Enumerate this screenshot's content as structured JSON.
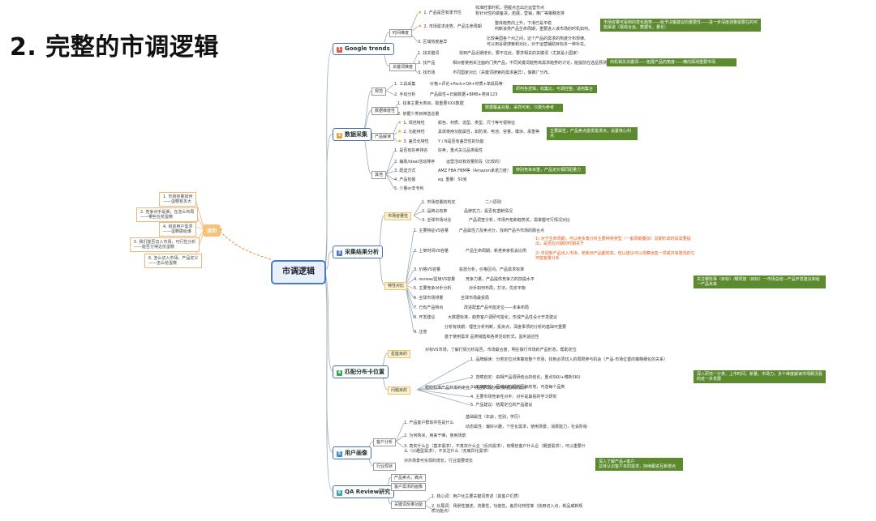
{
  "title": "2. 完整的市调逻辑",
  "root": "市调逻辑",
  "left_group_label": "目的",
  "left_items": [
    "1. 市场容量如何\n——蛋糕有多大",
    "2. 竞争对手是谁，在怎么布局\n——哪些在抢蛋糕",
    "4. 目前用户需求\n——蛋糕做给谁",
    "5. 我们能否切入市场，可行性分析\n——能否分得这份蛋糕",
    "6. 怎么切入市场，产品定义\n——怎么抢蛋糕"
  ],
  "branches": [
    {
      "label": "Google trends"
    },
    {
      "label": "数据采集"
    },
    {
      "label": "采集结果分析"
    },
    {
      "label": "匹配分布卡位置"
    },
    {
      "label": "用户画像"
    },
    {
      "label": "QA Review研究"
    }
  ],
  "google": {
    "time_tag": "时间维度",
    "key_tag": "关键词维度",
    "items": [
      "1. 产品是否有季节性",
      "2. 市场需求走势，产品生命周期",
      "3. 区域热度差异",
      "1. 找关键词",
      "2. 找产品",
      "3. 找市场"
    ],
    "details": [
      "找准旺季时机，把握点击出达运营节点",
      "有针对性的做备货，拓展，营销，推广等策略安排",
      "整体趋势向上升，下滑已是平稳",
      "判断该类产品生命周期，重要进入该市场的时机如何。",
      "比较美国各个州之间，这个产品的需求的热度分布规律。",
      "可以用谷歌搜索和对比，对于运营辅助目标多一种补充。",
      "找到产品近期增长，要不在此，要求相关的关键词（尤其是小国家）",
      "相对者使用关注面的门类产品，不同关键词趋势高需求趋势的讨论，能提前在选品预测",
      "不同国家对比（关键词搜索的需求差异），做推广分布。"
    ],
    "notes": [
      "市场容量可看到的变化趋势——给予决策建议的重要性——进一步深度测量需要在的可能渠道（需综合运，数据化，量化）",
      "商机相关关键词——拓展产品的角度——横向探测重要市场"
    ]
  },
  "collect": {
    "tags": [
      "规范",
      "数据维度性",
      "产品解读",
      "其他"
    ],
    "items": [
      "1. 工具采集",
      "2. 手动分析",
      "1. 找准主要大类目，取重要XXX数据",
      "2. 依据少类目筛选总量",
      "1. 规范特性",
      "2. 功能特性",
      "3. 差异化特性",
      "1. 是否有好卖排名",
      "2. 辅助/ideal活动排序",
      "3. 配送方式",
      "4. 产品包装",
      "5. 少量or非专利"
    ],
    "details": [
      "价格+评论+Pack+QA+材质+单段码等",
      "产品属性+日销数据+BMB+类目123",
      "颜色、材质、造型、类型、尺寸等可视特征",
      "具体使用功能属性，如防滑、电池、容量、模块、承重等",
      "Y / N是否有差异性的功能",
      "好卖，重点关注品类属性",
      "运营活动有效量阶段（比较的）",
      "AMZ FBA FBM等（Amazon承诺力度）",
      "eg. 重量：50克"
    ],
    "notes": [
      "研判各逻辑，收集比，可调控整，适用集合",
      "数据覆盖完整，采样可用，只做为参考",
      "主要属性，产品卖点激发需求点，设置核心利点",
      "辨别竞争目重，产品定价相同配量力"
    ]
  },
  "analysis": {
    "tags": [
      "市场容量性",
      "特性对比"
    ],
    "items": [
      "1. 市场容量的判定",
      "2. 品牌占有率",
      "3. 全球市场对比",
      "1. 主要特征VS容量",
      "2. 上架时间VS容量",
      "3. 价格VS容量",
      "4. review/星级VS容量",
      "5. 主要竞争对手分析",
      "6. 全球市场排量",
      "7. 已有产品特点",
      "8. 开发建议",
      "9. 注意"
    ],
    "details": [
      "二八原则",
      "品牌抗力，是否有垄断情况",
      "产品调查分析，市场开拓和趋势关，需掌握可行情况对比",
      "产品属性力及卖点分，找到产品与市场的融合点",
      "产品生命周期，新老卖家机会比例",
      "投放分析，价格区间，产品需求标准",
      "竞争力量，产品提供竞争力的前提水平",
      "对手如何布局，打法，优劣平衡",
      "全球市场最受局",
      "改进配套产品可能定位——未来布局",
      "大数据标准，趋势客户调研可能化，形成产品性设计开发建议",
      "分析有效期：理性分析判断，投资点，深度事项的分析的基础可重要",
      "基于使用需求 品类销售和各类活动形式，盈利适应性"
    ],
    "red_text": [
      "1) 对于生命周期，可以用多角分析主要种类类型（一般周期叠加）总期形成时段需要提出，是否应对期的时期关于",
      "2) 市调新产品出入市场，老新旧产品都较高，但以建议可以观察出售一项或并有建观的它可能客量分析"
    ],
    "note": "关注哪些事（目标）/哪项度（目标）一市场总结—产品开发建议和给一产品未来"
  },
  "position": {
    "tags": [
      "星座目的",
      "问题目的"
    ],
    "items": [
      "1. 品牌解读：分类定位对准策划整个市场，找到必须切入的局限参与机会（产品-市场位置的策略细化的关系）",
      "2. 范畴自定：由相产品调研结合的结论，重点SKU+博新SKU",
      "3. 未来定位：区域出位视线区块的地，可选每个品类",
      "4. 主要市场竞争性对手：对手是最看的学习研究",
      "5. 产品建议：结尾定位的产品建议"
    ],
    "details": [
      "对标VS市场，了解行情分析是否，市场最合度，明在做行市场的产品形态，帮助定位",
      "帮助标准产品开发的定位，明品要现结用的数据资源支持"
    ],
    "note": "深入研究一分类，上市时间，新量，市场力，多个维度解读市场概况看的进一步发展"
  },
  "persona": {
    "tags": [
      "客户分析",
      "行业现状"
    ],
    "items": [
      "1. 产品客户群体共性是什么",
      "2. 为何购买，用来干嘛，使用场景",
      "3. 真实什么企（基本需求），不真实什么企（反向需求），有哪些客户什么企（期望需求），可以重要什么（兴趣型需求），不关注什么（无痛异化需求）",
      "对外场景可实现的增长，行业需要增长"
    ],
    "details": [
      "基础属性（年龄，性别，学历）",
      "动态属性：偏好兴趣，个性化需求，使用场景，消费能力，社会阶级"
    ],
    "note": "深入了解产品+客户\n总体认识客户本的需求，持续跟进互新增点"
  },
  "qa": {
    "tags": [
      "产品卖点，痛点",
      "客户需求的画像",
      "关键词反推功能"
    ],
    "items": [
      "1. 核心词：用户化主要关键词表述（其客户们质）",
      "2. 长尾词：场景性描述，流量性，功能性，差异化特性等（找用切入点，新品或新规质功能点）"
    ]
  }
}
